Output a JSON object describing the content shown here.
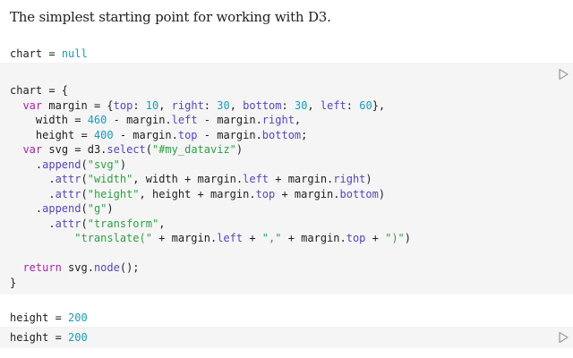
{
  "intro": "The simplest starting point for working with D3.",
  "output_chart": {
    "name": "chart",
    "op": " = ",
    "value": "null"
  },
  "code_lines": [
    [
      [
        "chart = {",
        ""
      ]
    ],
    [
      [
        "  ",
        ""
      ],
      [
        "var",
        "k"
      ],
      [
        " margin = {",
        ""
      ],
      [
        "top",
        "p"
      ],
      [
        ": ",
        ""
      ],
      [
        "10",
        "n"
      ],
      [
        ", ",
        ""
      ],
      [
        "right",
        "p"
      ],
      [
        ": ",
        ""
      ],
      [
        "30",
        "n"
      ],
      [
        ", ",
        ""
      ],
      [
        "bottom",
        "p"
      ],
      [
        ": ",
        ""
      ],
      [
        "30",
        "n"
      ],
      [
        ", ",
        ""
      ],
      [
        "left",
        "p"
      ],
      [
        ": ",
        ""
      ],
      [
        "60",
        "n"
      ],
      [
        "},",
        ""
      ]
    ],
    [
      [
        "    width = ",
        ""
      ],
      [
        "460",
        "n"
      ],
      [
        " - margin.",
        ""
      ],
      [
        "left",
        "p"
      ],
      [
        " - margin.",
        ""
      ],
      [
        "right",
        "p"
      ],
      [
        ",",
        ""
      ]
    ],
    [
      [
        "    height = ",
        ""
      ],
      [
        "400",
        "n"
      ],
      [
        " - margin.",
        ""
      ],
      [
        "top",
        "p"
      ],
      [
        " - margin.",
        ""
      ],
      [
        "bottom",
        "p"
      ],
      [
        ";",
        ""
      ]
    ],
    [
      [
        "  ",
        ""
      ],
      [
        "var",
        "k"
      ],
      [
        " svg = d3.",
        ""
      ],
      [
        "select",
        "p"
      ],
      [
        "(",
        ""
      ],
      [
        "\"#my_dataviz\"",
        "s"
      ],
      [
        ")",
        ""
      ]
    ],
    [
      [
        "    .",
        ""
      ],
      [
        "append",
        "p"
      ],
      [
        "(",
        ""
      ],
      [
        "\"svg\"",
        "s"
      ],
      [
        ")",
        ""
      ]
    ],
    [
      [
        "      .",
        ""
      ],
      [
        "attr",
        "p"
      ],
      [
        "(",
        ""
      ],
      [
        "\"width\"",
        "s"
      ],
      [
        ", width + margin.",
        ""
      ],
      [
        "left",
        "p"
      ],
      [
        " + margin.",
        ""
      ],
      [
        "right",
        "p"
      ],
      [
        ")",
        ""
      ]
    ],
    [
      [
        "      .",
        ""
      ],
      [
        "attr",
        "p"
      ],
      [
        "(",
        ""
      ],
      [
        "\"height\"",
        "s"
      ],
      [
        ", height + margin.",
        ""
      ],
      [
        "top",
        "p"
      ],
      [
        " + margin.",
        ""
      ],
      [
        "bottom",
        "p"
      ],
      [
        ")",
        ""
      ]
    ],
    [
      [
        "    .",
        ""
      ],
      [
        "append",
        "p"
      ],
      [
        "(",
        ""
      ],
      [
        "\"g\"",
        "s"
      ],
      [
        ")",
        ""
      ]
    ],
    [
      [
        "      .",
        ""
      ],
      [
        "attr",
        "p"
      ],
      [
        "(",
        ""
      ],
      [
        "\"transform\"",
        "s"
      ],
      [
        ",",
        ""
      ]
    ],
    [
      [
        "          ",
        ""
      ],
      [
        "\"translate(\"",
        "s"
      ],
      [
        " + margin.",
        ""
      ],
      [
        "left",
        "p"
      ],
      [
        " + ",
        ""
      ],
      [
        "\",\"",
        "s"
      ],
      [
        " + margin.",
        ""
      ],
      [
        "top",
        "p"
      ],
      [
        " + ",
        ""
      ],
      [
        "\")\"",
        "s"
      ],
      [
        ")",
        ""
      ]
    ],
    [
      [
        "",
        ""
      ]
    ],
    [
      [
        "  ",
        ""
      ],
      [
        "return",
        "k"
      ],
      [
        " svg.",
        ""
      ],
      [
        "node",
        "p"
      ],
      [
        "();",
        ""
      ]
    ],
    [
      [
        "}",
        ""
      ]
    ]
  ],
  "output_height": {
    "name": "height",
    "op": " = ",
    "value": "200"
  },
  "code_height": {
    "name": "height",
    "op": " = ",
    "value": "200"
  },
  "icons": {
    "run": "play-run-icon"
  }
}
